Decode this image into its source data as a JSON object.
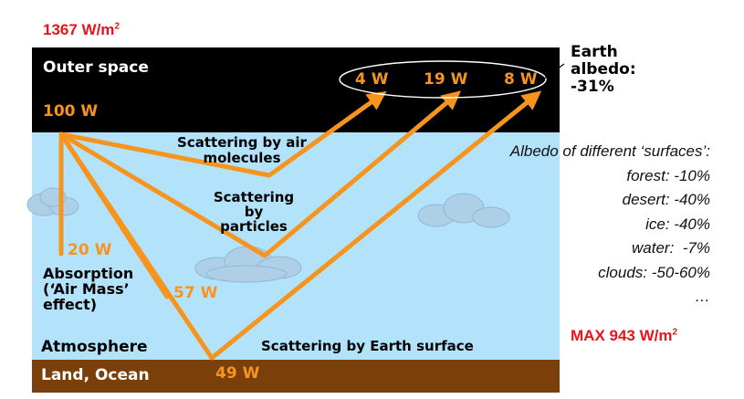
{
  "colors": {
    "space": "#000000",
    "atmosphere": "#b3e3fb",
    "ground": "#7b3f0a",
    "arrow": "#f7941d",
    "highlight": "#e8141a"
  },
  "icons": [
    "cloud-icon",
    "arrow-icon"
  ],
  "solar_constant": {
    "value": "1367 W/m",
    "unit_exp": "2"
  },
  "max_irradiance": {
    "value": "MAX 943 W/m",
    "unit_exp": "2"
  },
  "layers": {
    "space": "Outer space",
    "atmosphere": "Atmosphere",
    "ground": "Land, Ocean"
  },
  "flows": {
    "incoming": "100 W",
    "reflected_air": "4 W",
    "reflected_particles": "19 W",
    "reflected_surface": "8 W",
    "absorbed": "20 W",
    "diffuse": "57 W",
    "direct_surface": "49 W"
  },
  "albedo_title": [
    "Earth",
    "albedo:",
    "-31%"
  ],
  "processes": {
    "air_scatter": [
      "Scattering by air",
      "molecules"
    ],
    "particle_scatter": [
      "Scattering",
      "by",
      "particles"
    ],
    "absorption": [
      "Absorption",
      "(‘Air Mass’",
      "effect)"
    ],
    "surface_scatter": "Scattering by Earth surface"
  },
  "albedo_list": {
    "title": "Albedo of different ‘surfaces’:",
    "items": [
      "forest: -10%",
      "desert: -40%",
      "ice: -40%",
      "water:  -7%",
      "clouds: -50-60%",
      "…"
    ]
  }
}
